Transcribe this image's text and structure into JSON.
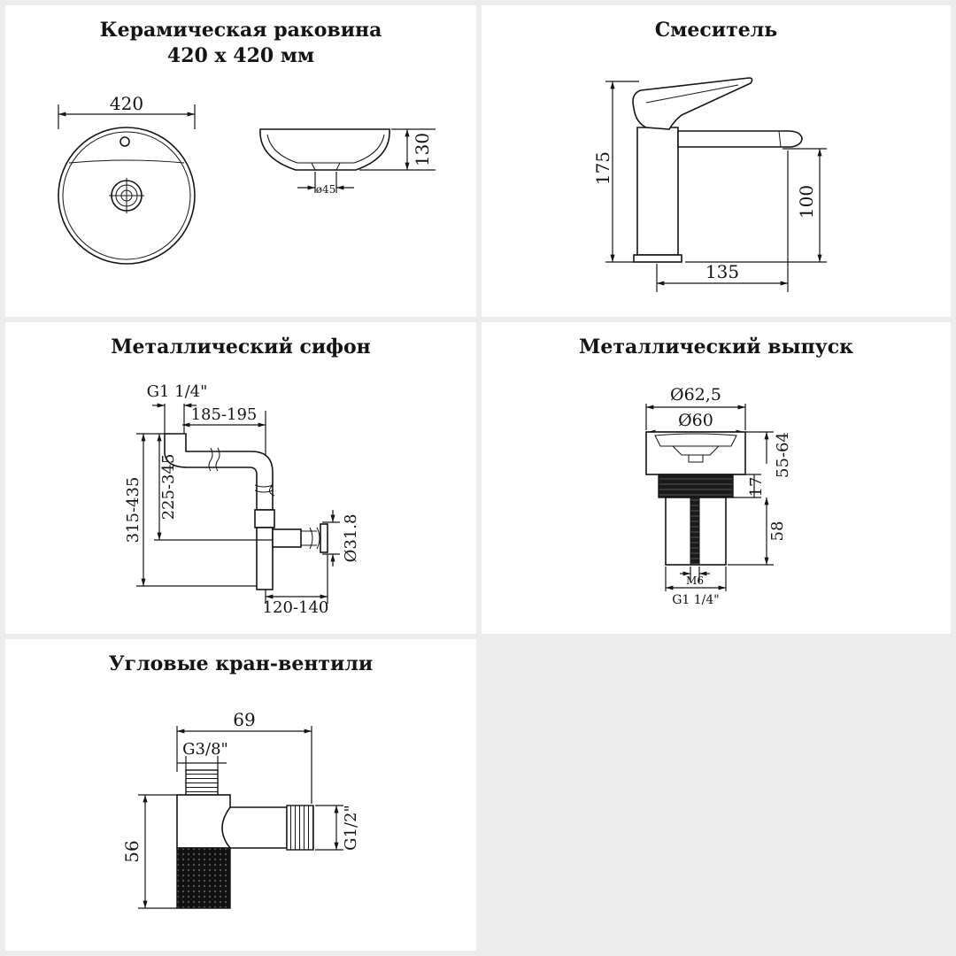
{
  "panels": {
    "sink": {
      "title_line1": "Керамическая раковина",
      "title_line2": "420 x 420 мм",
      "dims": {
        "width": "420",
        "height": "130",
        "drain": "ø45"
      }
    },
    "faucet": {
      "title": "Смеситель",
      "dims": {
        "height": "175",
        "spout_height": "100",
        "reach": "135"
      }
    },
    "siphon": {
      "title": "Металлический сифон",
      "dims": {
        "thread": "G1 1/4\"",
        "length": "185-195",
        "total_height": "315-435",
        "inner_height": "225-345",
        "outlet": "Ø31.8",
        "offset": "120-140"
      }
    },
    "drain": {
      "title": "Металлический выпуск",
      "dims": {
        "outer": "Ø62,5",
        "inner": "Ø60",
        "height_range": "55-64",
        "thread_len": "17",
        "body_len": "58",
        "screw": "M6",
        "thread": "G1 1/4\""
      }
    },
    "valve": {
      "title": "Угловые кран-вентили",
      "dims": {
        "length": "69",
        "inlet": "G3/8\"",
        "height": "56",
        "outlet": "G1/2\""
      }
    }
  }
}
